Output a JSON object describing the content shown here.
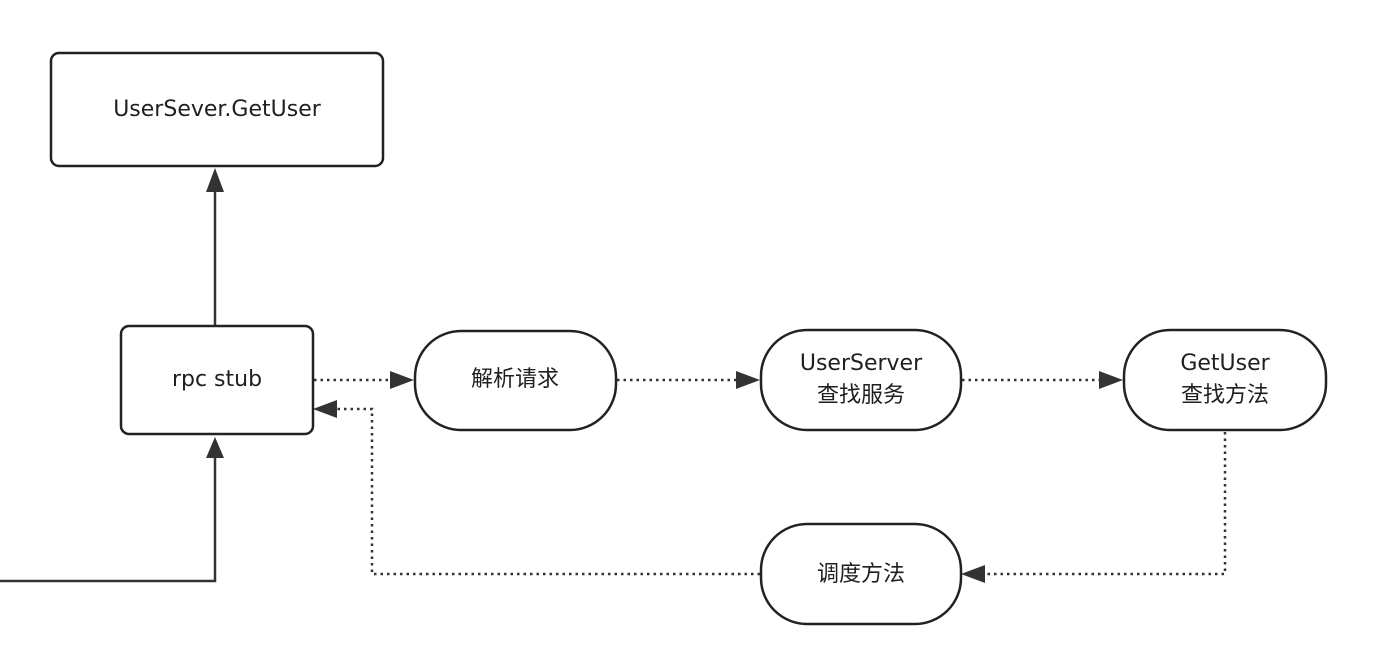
{
  "nodes": {
    "usersever_getuser": {
      "label": "UserSever.GetUser"
    },
    "rpc_stub": {
      "label": "rpc stub"
    },
    "parse_request": {
      "label": "解析请求"
    },
    "userserver_find_service": {
      "line1": "UserServer",
      "line2": "查找服务"
    },
    "getuser_find_method": {
      "line1": "GetUser",
      "line2": "查找方法"
    },
    "dispatch_method": {
      "label": "调度方法"
    }
  },
  "colors": {
    "stroke": "#222222",
    "arrow": "#333333",
    "text": "#1f1f1f",
    "background": "#ffffff"
  }
}
